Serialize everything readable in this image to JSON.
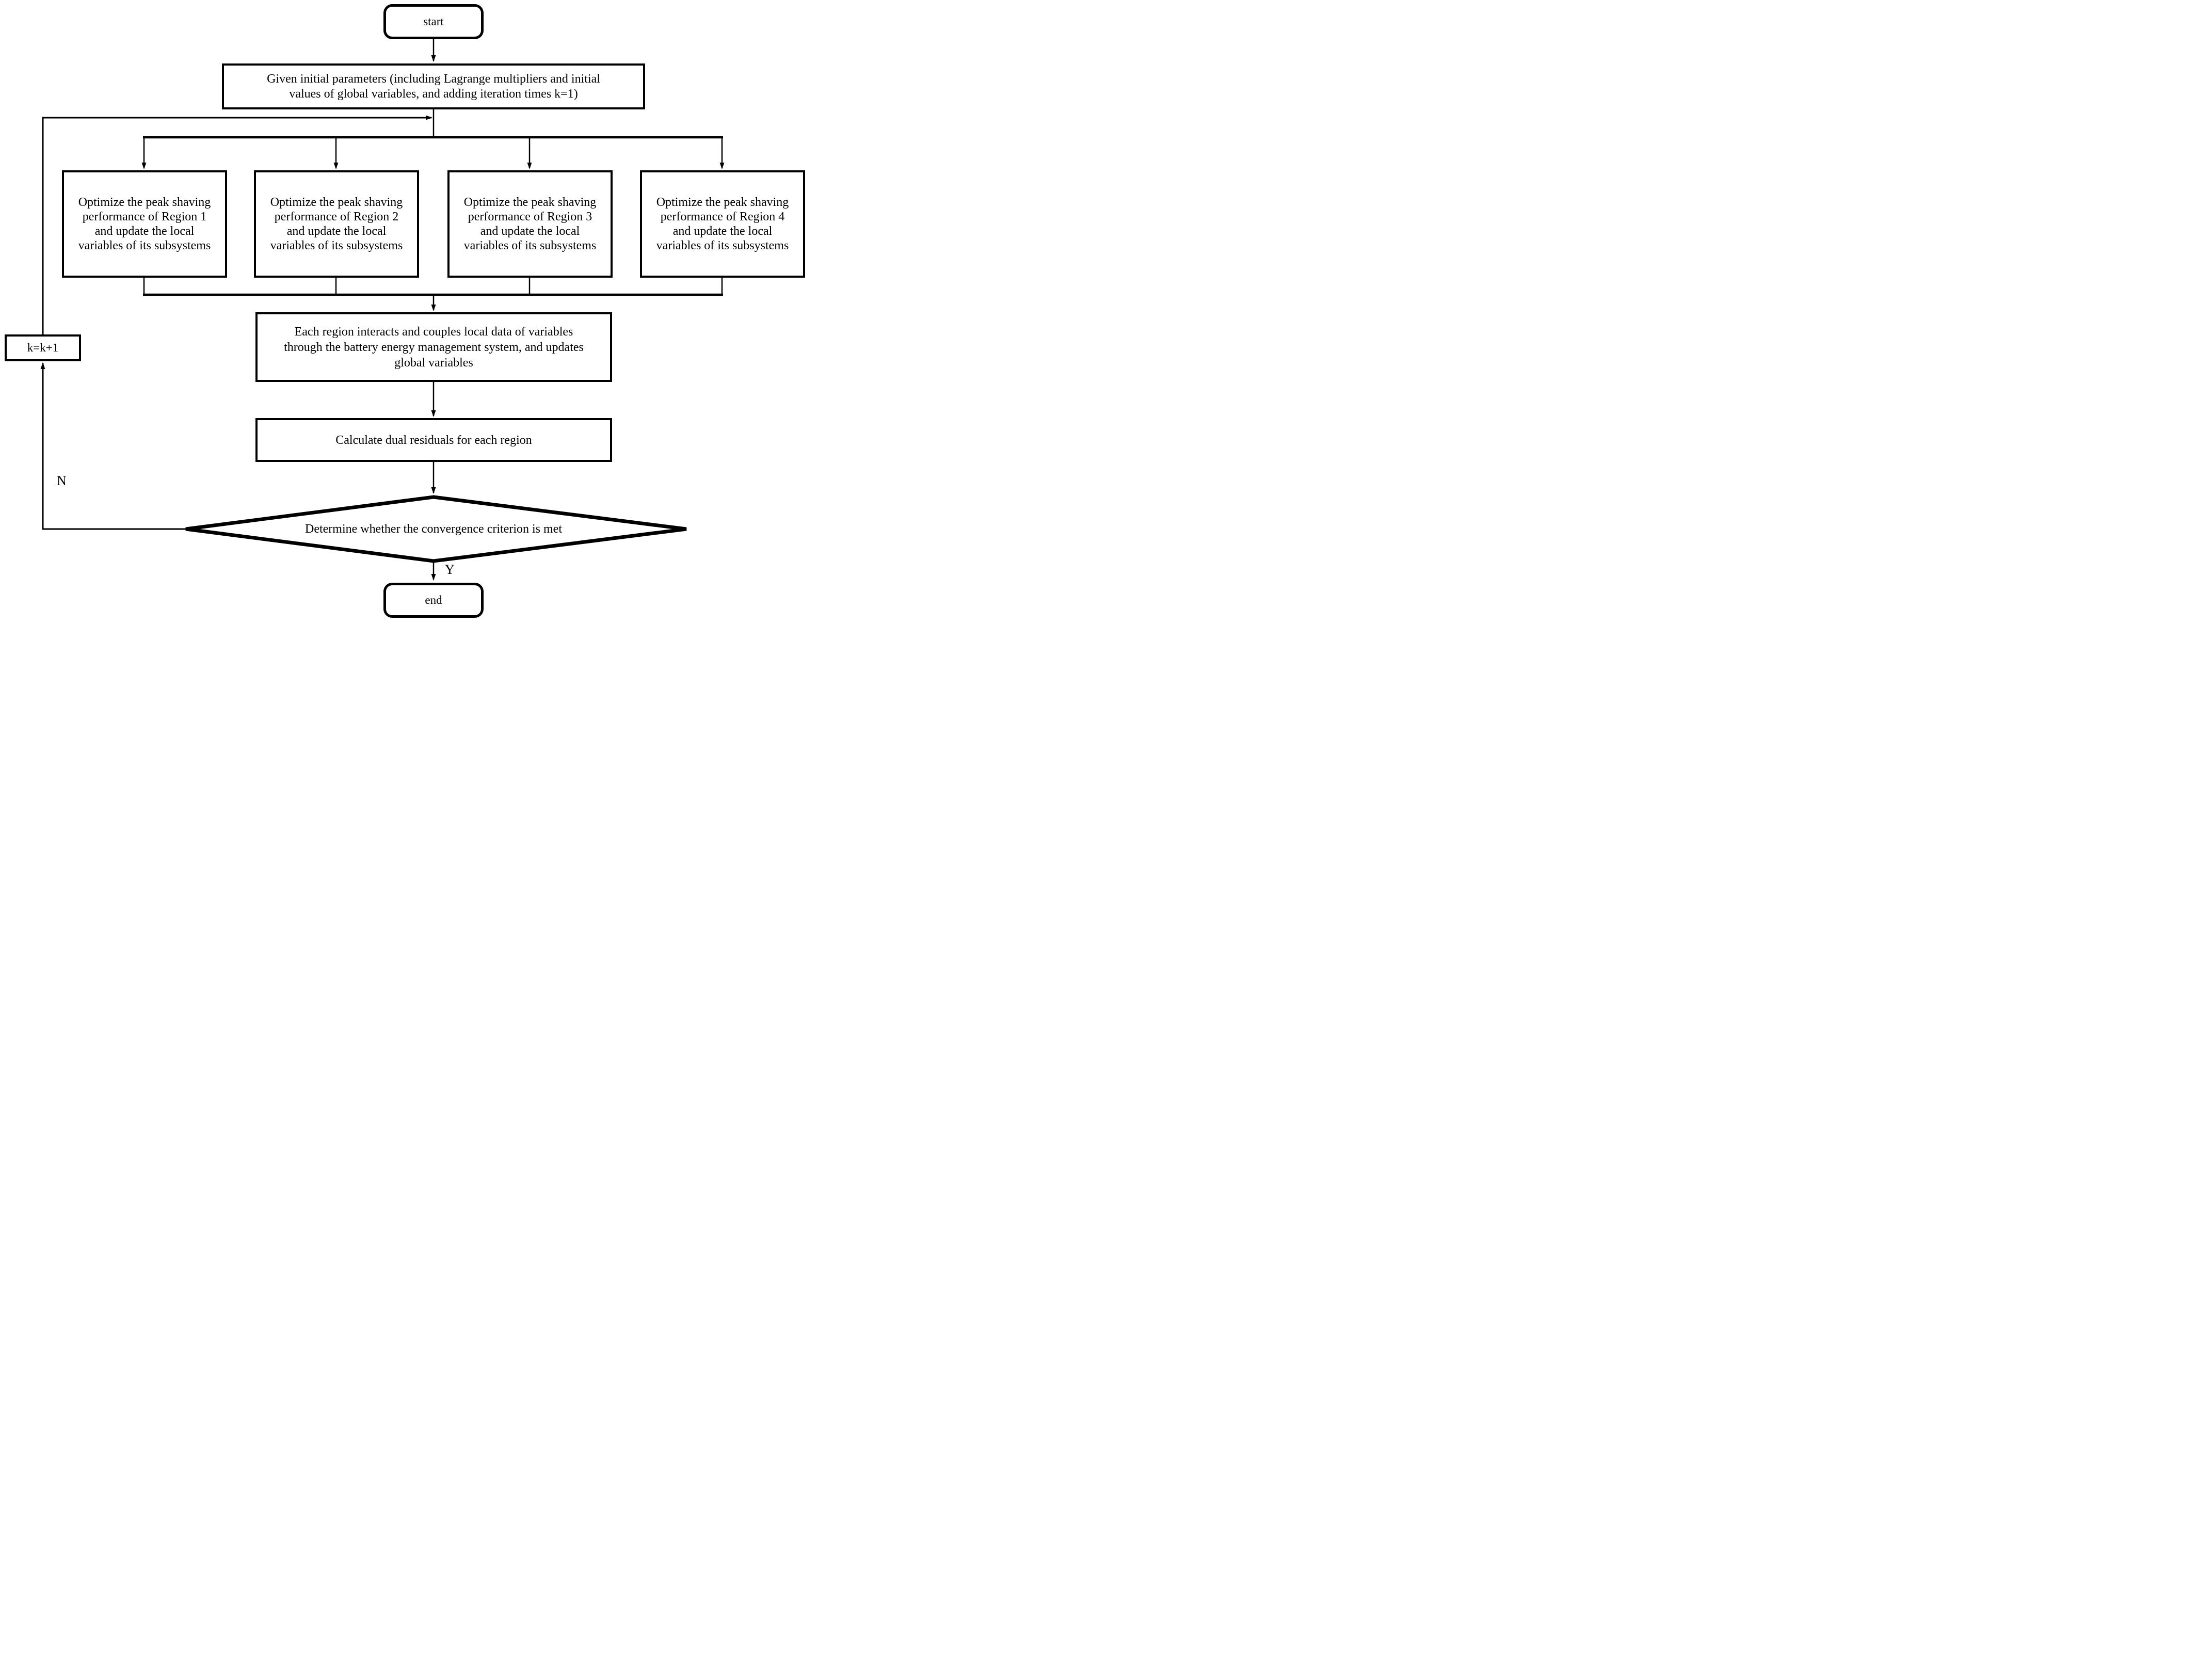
{
  "flowchart": {
    "nodes": {
      "start": "start",
      "init": {
        "lines": [
          "Given initial parameters (including Lagrange multipliers and initial",
          "values of global variables, and adding iteration times k=1)"
        ]
      },
      "regions": [
        {
          "lines": [
            "Optimize the peak shaving",
            "performance of Region 1",
            "and update the local",
            "variables of its subsystems"
          ]
        },
        {
          "lines": [
            "Optimize the peak shaving",
            "performance of Region 2",
            "and update the local",
            "variables of its subsystems"
          ]
        },
        {
          "lines": [
            "Optimize the peak shaving",
            "performance of Region 3",
            "and update the local",
            "variables of its subsystems"
          ]
        },
        {
          "lines": [
            "Optimize the peak shaving",
            "performance of Region 4",
            "and update the local",
            "variables of its subsystems"
          ]
        }
      ],
      "interact": {
        "lines": [
          "Each region interacts and couples local data of variables",
          "through the battery energy management system, and updates",
          "global variables"
        ]
      },
      "residual": "Calculate dual residuals for each region",
      "decision": "Determine whether the convergence criterion is met",
      "iterate": "k=k+1",
      "end": "end"
    },
    "edge_labels": {
      "no": "N",
      "yes": "Y"
    },
    "colors": {
      "ink": "#000000",
      "paper": "#ffffff"
    }
  }
}
